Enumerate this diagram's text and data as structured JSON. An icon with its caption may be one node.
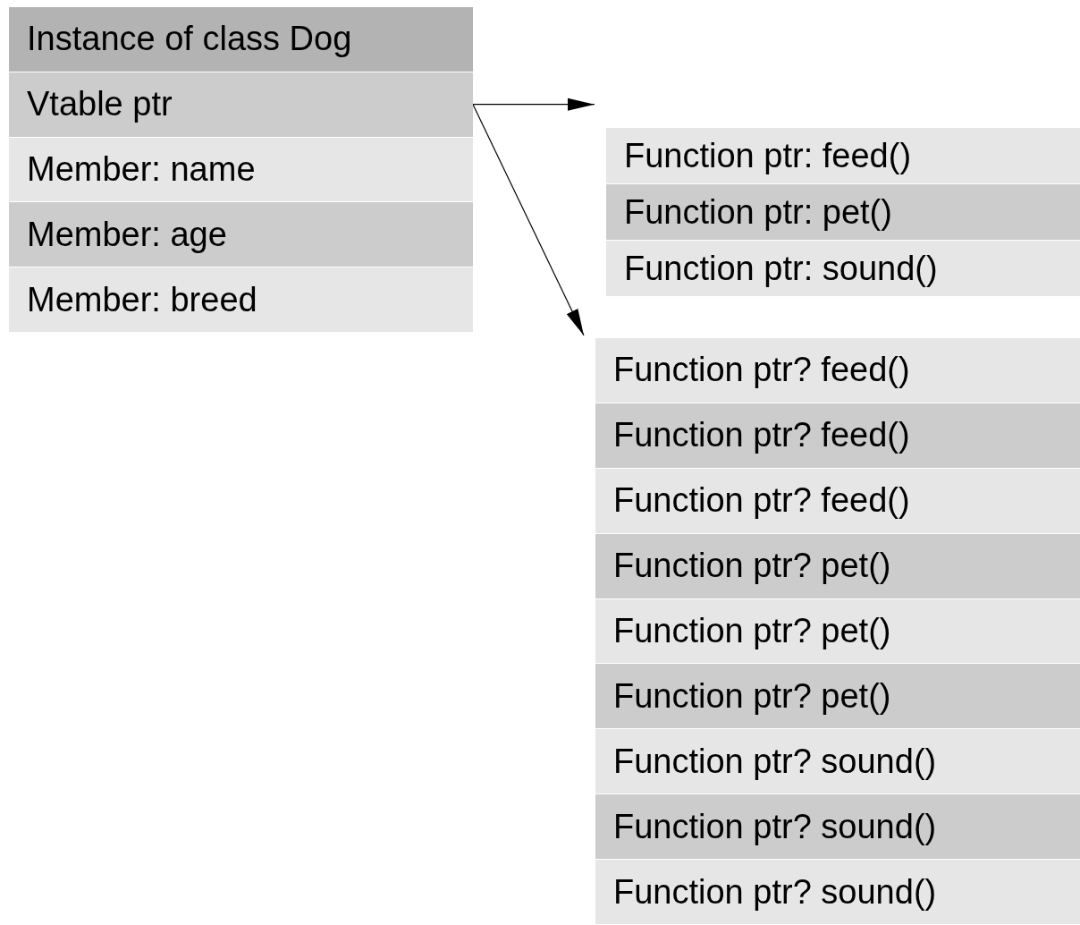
{
  "diagram": {
    "nodes": [
      {
        "text": [
          "Instance of class Dog"
        ]
      },
      {
        "text": [
          "Vtable ptr"
        ]
      },
      {
        "text": [
          "Member: name"
        ]
      },
      {
        "text": [
          "Member: age"
        ]
      },
      {
        "text": [
          "Member: breed"
        ]
      },
      {
        "text": [
          "Function ptr: feed()"
        ]
      },
      {
        "text": [
          "Function ptr: pet()"
        ]
      },
      {
        "text": [
          "Function ptr: sound()"
        ]
      },
      {
        "text": [
          "Function ptr? feed()"
        ]
      },
      {
        "text": [
          "Function ptr? feed()"
        ]
      },
      {
        "text": [
          "Function ptr? feed()"
        ]
      },
      {
        "text": [
          "Function ptr? pet()"
        ]
      },
      {
        "text": [
          "Function ptr? pet()"
        ]
      },
      {
        "text": [
          "Function ptr? pet()"
        ]
      },
      {
        "text": [
          "Function ptr? sound()"
        ]
      },
      {
        "text": [
          "Function ptr? sound()"
        ]
      },
      {
        "text": [
          "Function ptr? sound()"
        ]
      }
    ],
    "edges": [
      {
        "from": 1,
        "to": 5,
        "arrow": "to"
      },
      {
        "from": 1,
        "to": 8,
        "arrow": "to"
      }
    ]
  }
}
